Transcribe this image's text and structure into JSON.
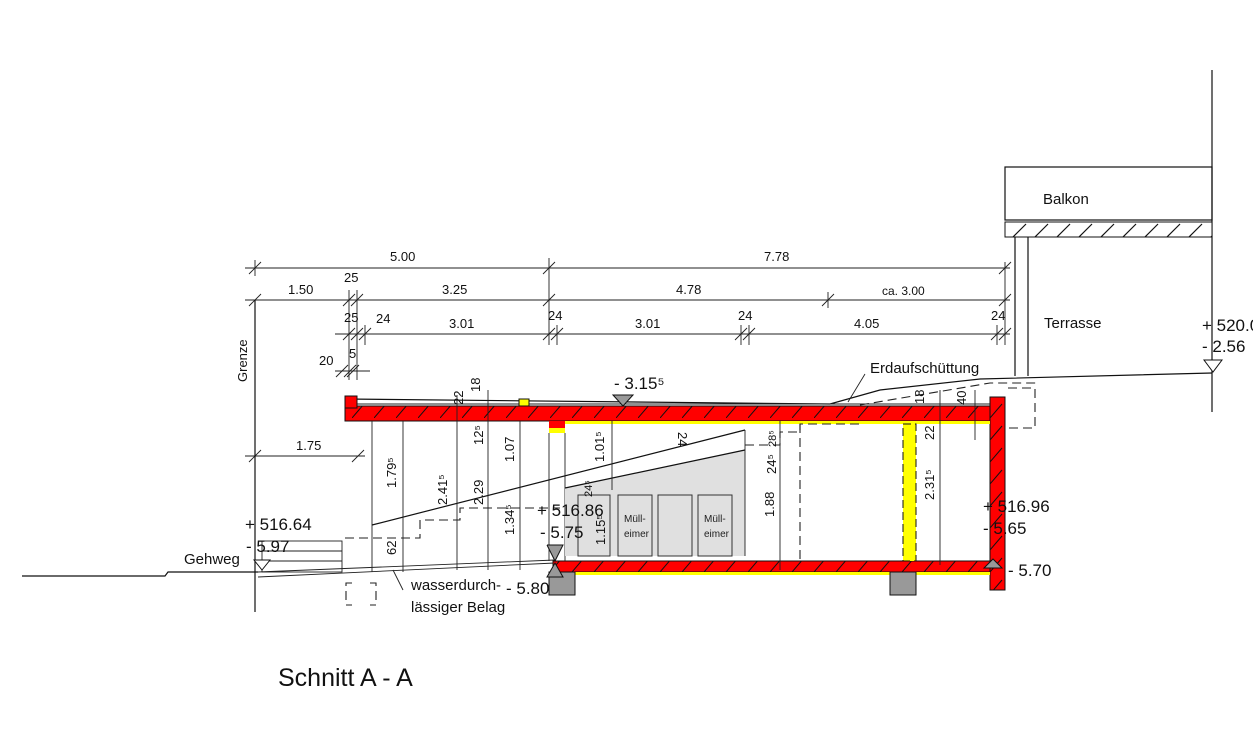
{
  "drawing": {
    "title": "Schnitt A - A",
    "colors": {
      "concrete": "#ff0000",
      "insulation": "#ffff00",
      "foundation": "#999999",
      "bins": "#e0e0e0"
    },
    "labels": {
      "balkon": "Balkon",
      "terrasse": "Terrasse",
      "grenze": "Grenze",
      "gehweg": "Gehweg",
      "erdaufschuettung": "Erdaufschüttung",
      "belag_1": "wasserdurch-",
      "belag_2": "lässiger Belag",
      "bin_1": "Müll-",
      "bin_2": "eimer"
    },
    "levels": {
      "roof": "- 3.15⁵",
      "gehweg_abs": "+ 516.64",
      "gehweg_rel": "- 5.97",
      "entry_abs": "+ 516.86",
      "entry_rel": "- 5.75",
      "entry_floor": "- 5.80",
      "right_abs": "+ 516.96",
      "right_rel": "- 5.65",
      "right_floor": "- 5.70",
      "terrace_abs": "+ 520.0",
      "terrace_rel": "- 2.56"
    },
    "dimensions": {
      "row1": [
        "5.00",
        "7.78"
      ],
      "row2": [
        "1.50",
        "25",
        "3.25",
        "4.78",
        "ca.  3.00"
      ],
      "row3": [
        "25",
        "24",
        "3.01",
        "24",
        "3.01",
        "24",
        "4.05",
        "24"
      ],
      "row4": [
        "20",
        "5"
      ],
      "left": "1.75",
      "vertical": [
        "1.79⁵",
        "2.41⁵",
        "62",
        "2.29",
        "1.34⁵",
        "22",
        "12⁵",
        "1.07",
        "18",
        "1.01⁵",
        "24⁵",
        "1.15⁵",
        "24",
        "28⁵",
        "24⁵",
        "1.88",
        "22",
        "2.31⁵",
        "18",
        "40"
      ]
    }
  }
}
